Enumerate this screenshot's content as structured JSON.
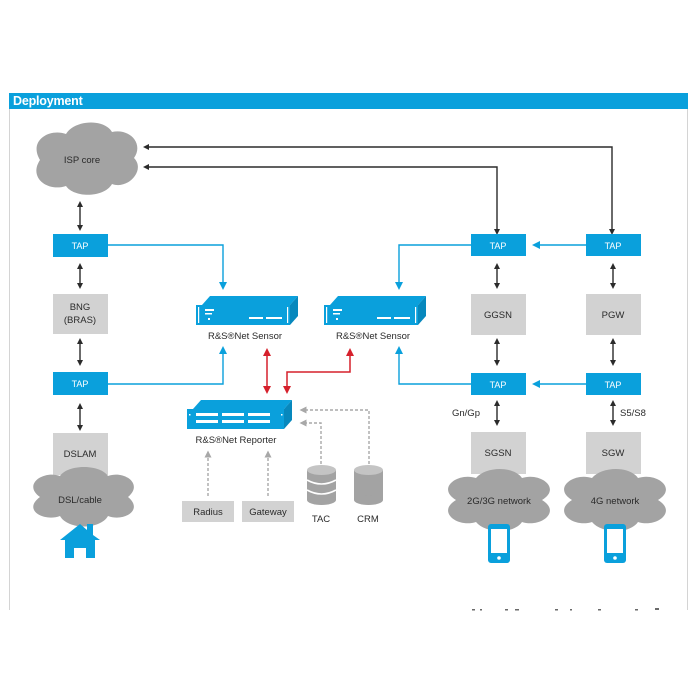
{
  "header": {
    "title": "Deployment"
  },
  "colors": {
    "brand_blue": "#0aa0dc",
    "gray_node": "#d2d2d2",
    "cloud": "#a3a3a3",
    "red_link": "#d6202c",
    "dark_link": "#2b2b2b",
    "dashed_link": "#a8a8a8"
  },
  "clouds": {
    "isp_core": "ISP core",
    "dsl_cable": "DSL/cable",
    "network_2g3g": "2G/3G network",
    "network_4g": "4G network"
  },
  "taps": {
    "left_top": "TAP",
    "left_bottom": "TAP",
    "ggsn_top": "TAP",
    "ggsn_bottom": "TAP",
    "pgw_top": "TAP",
    "pgw_bottom": "TAP"
  },
  "nodes": {
    "bng_line1": "BNG",
    "bng_line2": "(BRAS)",
    "dslam": "DSLAM",
    "ggsn": "GGSN",
    "pgw": "PGW",
    "sgsn": "SGSN",
    "sgw": "SGW",
    "radius": "Radius",
    "gateway": "Gateway"
  },
  "devices": {
    "sensor_left": "R&S®Net Sensor",
    "sensor_right": "R&S®Net Sensor",
    "reporter": "R&S®Net Reporter"
  },
  "databases": {
    "tac": "TAC",
    "crm": "CRM"
  },
  "interfaces": {
    "gn_gp": "Gn/Gp",
    "s5_s8": "S5/S8"
  },
  "icons": {
    "home": "house-icon",
    "phone": "smartphone-icon",
    "database": "database-icon",
    "appliance": "rack-appliance-icon"
  }
}
